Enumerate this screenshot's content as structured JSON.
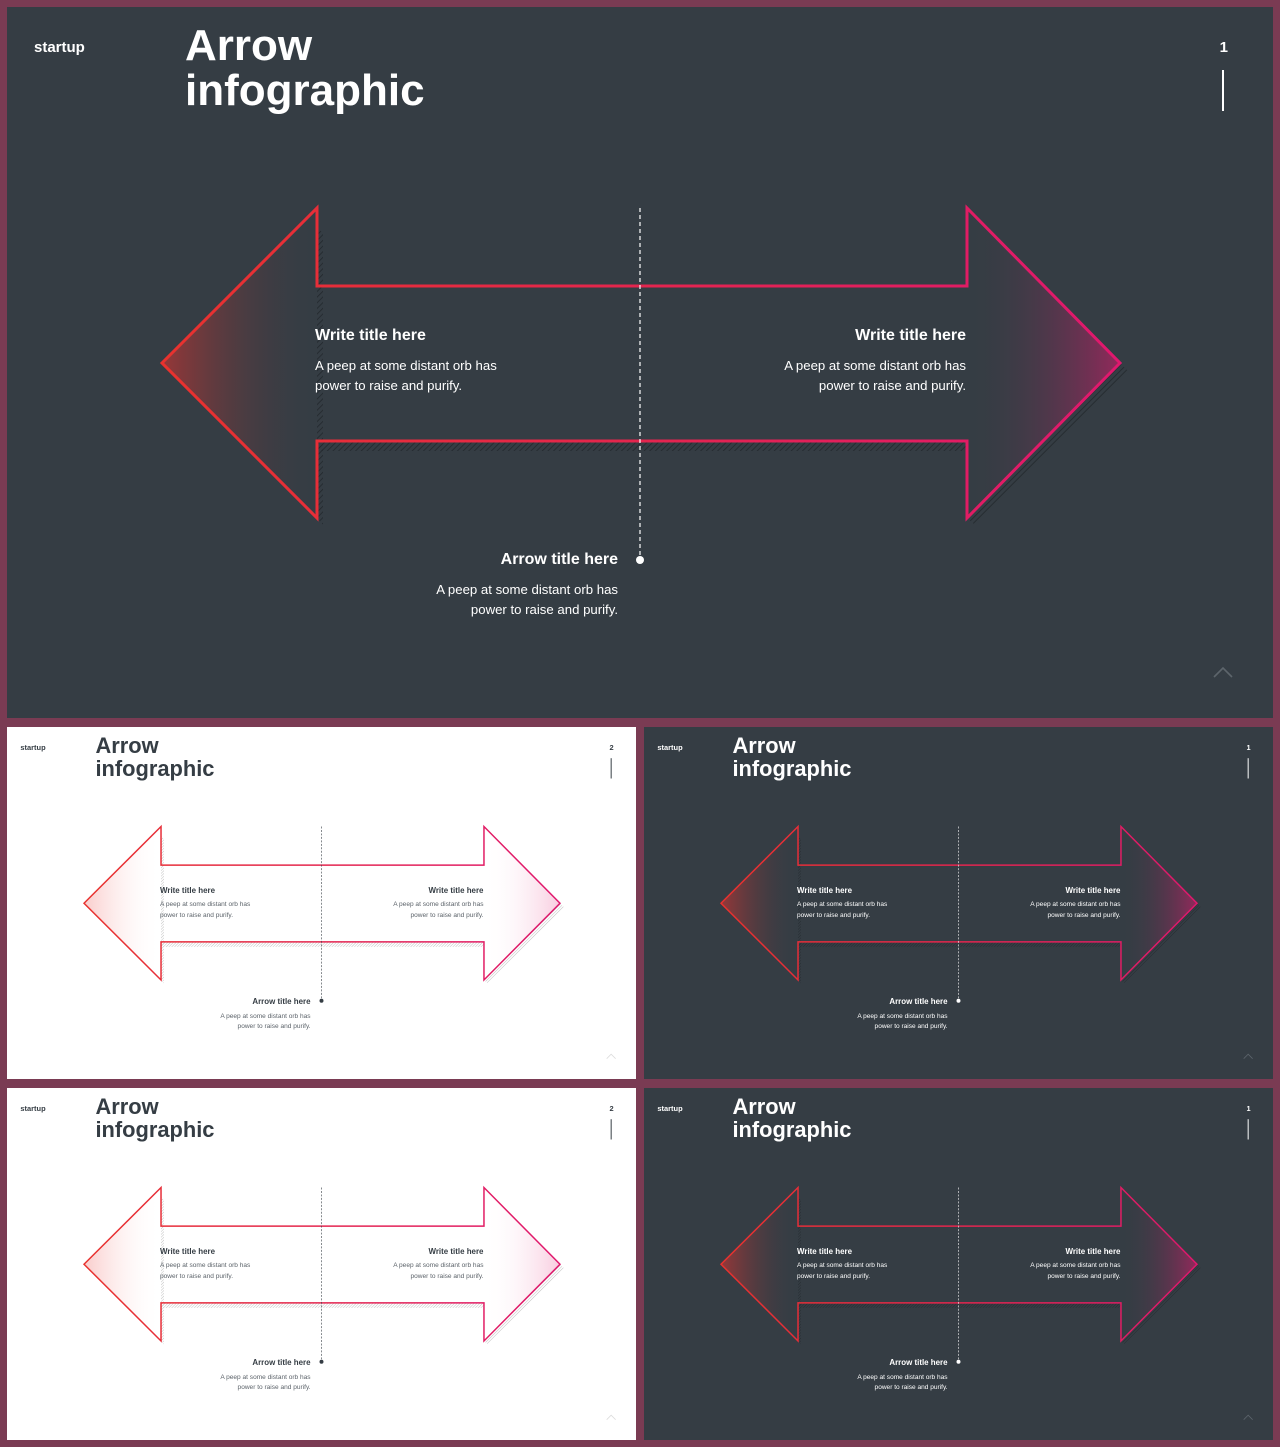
{
  "colors": {
    "frame": "#7a3b53",
    "dark_bg": "#353d44",
    "light_bg": "#ffffff",
    "arrow_red": "#e8322e",
    "arrow_pink": "#e0186e"
  },
  "slides": [
    {
      "theme": "dark",
      "brand": "startup",
      "title": "Arrow\ninfographic",
      "page_number": "1",
      "left_block": {
        "title": "Write title here",
        "body": "A peep at some distant orb has\npower to raise and purify."
      },
      "right_block": {
        "title": "Write title here",
        "body": "A peep at some distant orb has\npower to raise and purify."
      },
      "bottom_block": {
        "title": "Arrow title here",
        "body": "A peep at some distant orb has\npower to raise and purify."
      },
      "corner_icon": "chevron-up-icon"
    },
    {
      "theme": "light",
      "brand": "startup",
      "title": "Arrow\ninfographic",
      "page_number": "2",
      "left_block": {
        "title": "Write title here",
        "body": "A peep at some distant orb has\npower to raise and purify."
      },
      "right_block": {
        "title": "Write title here",
        "body": "A peep at some distant orb has\npower to raise and purify."
      },
      "bottom_block": {
        "title": "Arrow title here",
        "body": "A peep at some distant orb has\npower to raise and purify."
      },
      "corner_icon": "chevron-up-icon"
    },
    {
      "theme": "dark",
      "brand": "startup",
      "title": "Arrow\ninfographic",
      "page_number": "1",
      "left_block": {
        "title": "Write title here",
        "body": "A peep at some distant orb has\npower to raise and purify."
      },
      "right_block": {
        "title": "Write title here",
        "body": "A peep at some distant orb has\npower to raise and purify."
      },
      "bottom_block": {
        "title": "Arrow title here",
        "body": "A peep at some distant orb has\npower to raise and purify."
      },
      "corner_icon": "chevron-up-icon"
    },
    {
      "theme": "light",
      "brand": "startup",
      "title": "Arrow\ninfographic",
      "page_number": "2",
      "left_block": {
        "title": "Write title here",
        "body": "A peep at some distant orb has\npower to raise and purify."
      },
      "right_block": {
        "title": "Write title here",
        "body": "A peep at some distant orb has\npower to raise and purify."
      },
      "bottom_block": {
        "title": "Arrow title here",
        "body": "A peep at some distant orb has\npower to raise and purify."
      },
      "corner_icon": "chevron-up-icon"
    },
    {
      "theme": "dark",
      "brand": "startup",
      "title": "Arrow\ninfographic",
      "page_number": "1",
      "left_block": {
        "title": "Write title here",
        "body": "A peep at some distant orb has\npower to raise and purify."
      },
      "right_block": {
        "title": "Write title here",
        "body": "A peep at some distant orb has\npower to raise and purify."
      },
      "bottom_block": {
        "title": "Arrow title here",
        "body": "A peep at some distant orb has\npower to raise and purify."
      },
      "corner_icon": "chevron-up-icon"
    }
  ]
}
